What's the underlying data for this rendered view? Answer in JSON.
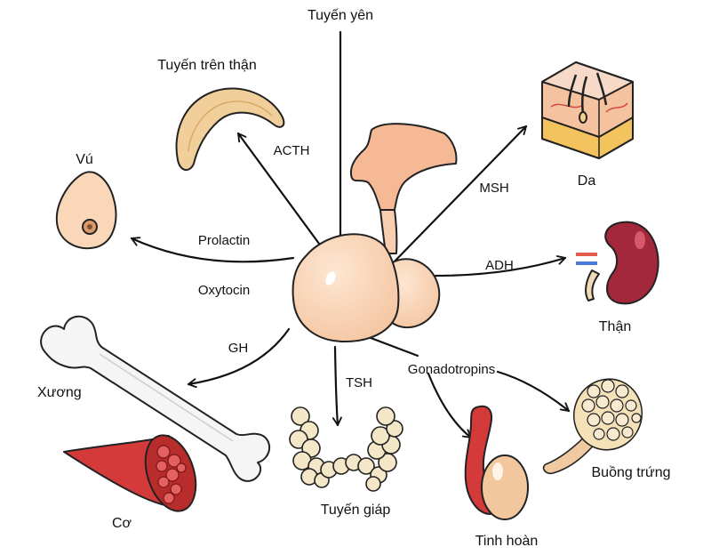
{
  "center": {
    "label": "Tuyến yên"
  },
  "organs": {
    "adrenal": "Tuyến trên thận",
    "breast": "Vú",
    "bone": "Xương",
    "muscle": "Cơ",
    "thyroid": "Tuyến giáp",
    "testis": "Tinh hoàn",
    "ovary": "Buồng trứng",
    "kidney": "Thận",
    "skin": "Da"
  },
  "hormones": {
    "acth": "ACTH",
    "prolactin": "Prolactin",
    "oxytocin": "Oxytocin",
    "gh": "GH",
    "tsh": "TSH",
    "gonadotropins": "Gonadotropins",
    "adh": "ADH",
    "msh": "MSH"
  },
  "colors": {
    "pituitary": "#f9d5b6",
    "pituitary_outline": "#222222",
    "adrenal": "#f1cf9a",
    "skin_top": "#f4b89a",
    "fat": "#f3c35e",
    "kidney": "#a3283c",
    "muscle": "#d43a3a",
    "bone": "#f5f5f5",
    "thyroid": "#f4e7c8",
    "testis": "#f2c79e",
    "ovary": "#f4e1b8",
    "arrow": "#111111"
  }
}
